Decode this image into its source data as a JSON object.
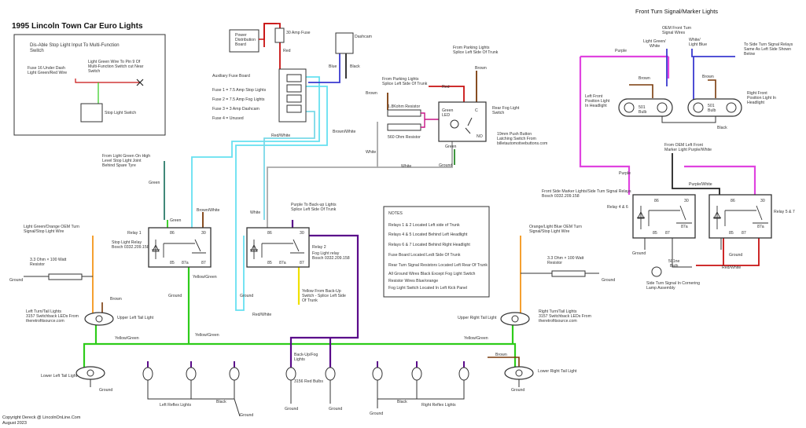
{
  "title": "1995 Lincoln Town Car Euro Lights",
  "front_header": "Front Turn Signal/Marker Lights",
  "copyright": [
    "Copyright Dereck @ LincolnOnLine.Com",
    "August 2023"
  ],
  "inset": {
    "title": [
      "Dis-Able Stop Light Input To Multi-Function",
      "Switch"
    ],
    "fuse_label": [
      "Fuse 16 Under Dash",
      "Light Green/Red Wire"
    ],
    "wire_note": [
      "Light Green Wire To Pin 9 Of",
      "Multi-Function Switch cut Near",
      "Switch"
    ],
    "switch_label": "Stop Light Switch"
  },
  "fuse_area": {
    "pdb": [
      "Power",
      "Distribution",
      "Board"
    ],
    "fuse30": "30 Amp Fuse",
    "red": "Red",
    "dashcam": "Dashcam",
    "blue": "Blue",
    "black": "Black",
    "aux_title": "Auxiliary Fuse Board",
    "fuses": [
      "Fuse 1 = 7.5 Amp Stop Lights",
      "Fuse 2 = 7.5 Amp Fog Lights",
      "Fuse 3 = 3 Amp Dashcam",
      "Fuse 4 = Unused"
    ],
    "red_white": "Red/White",
    "brown_white": "Brown/White"
  },
  "fog": {
    "parking_top": [
      "From Parking Lights",
      "Splice Left Side Of Trunk"
    ],
    "brown": "Brown",
    "parking_left": [
      "From Parking Lights",
      "Splice Left Side Of Trunk"
    ],
    "brown_left": "Brown",
    "red": "Red",
    "r1": "1.8Kohm Resistor",
    "r2": "560 Ohm Resistor",
    "white": "White",
    "green_led": [
      "Green",
      "LED"
    ],
    "c": "C",
    "no": "NO",
    "switch_label": [
      "Rear Fog Light",
      "Switch"
    ],
    "push_button": [
      "19mm Push Button",
      "Latching Switch From",
      "billetautomotivebuttons.com"
    ],
    "green": "Green",
    "ground": "Ground",
    "white2": "White"
  },
  "relay1": {
    "label": "Relay 1",
    "name": [
      "Stop Light Relay",
      "Bosch 0332.209.158"
    ],
    "pins": [
      "86",
      "30",
      "85",
      "87a",
      "87"
    ],
    "green_src": [
      "From Light Green On High",
      "Level Stop Light Joint",
      "Behind Spare Tyre"
    ],
    "green": "Green",
    "green2": "Green",
    "brown_white": "Brown/White",
    "yellow_green": "Yellow/Green",
    "ground": "Ground"
  },
  "relay2": {
    "label": "Relay 2",
    "name": [
      "Fog Light relay",
      "Bosch 0332.209.158"
    ],
    "pins": [
      "86",
      "30",
      "85",
      "87a",
      "87"
    ],
    "purple_src": [
      "Purple To Back-up Lights",
      "Splice Left Side Of Trunk"
    ],
    "white": "White",
    "ground": "Ground",
    "yellow_src": [
      "Yellow From Back-Up",
      "Switch - Splice Left Side",
      "Of Trunk"
    ],
    "red_white": "Red/White"
  },
  "notes": {
    "title": "NOTES",
    "items": [
      "Relays 1 & 2 Located Left side of Trunk",
      "Relays 4 & 5 Located Behind Left Headlight",
      "Relays 6 & 7 Located Behind Right Headlight",
      "Fuse Board Located Ledt Side Of Trunk",
      "Rear Turn Signal Resistors Located Left Rear Of Trunk",
      "All Ground Wires Black Except Fog Light Switch",
      "Resistor Wires Blue/orange",
      "Fog Light Switch Located In Left Kick Panel"
    ]
  },
  "rear_left": {
    "wire": [
      "Light Green/Orange OEM Turn",
      "Signal/Stop Light Wire"
    ],
    "resistor": [
      "3.3 Ohm × 100 Watt",
      "Resistor"
    ],
    "ground": "Ground",
    "brown": "Brown",
    "tail": [
      "Left Turn/Tail Lights",
      "3157 Switchback LEDs From",
      "theretrofitsource.com"
    ],
    "upper": "Upper Left Tail Light",
    "lower": "Lower Left Tail Light",
    "ground2": "Ground",
    "yg1": "Yellow/Green",
    "yg2": "Yellow/Green"
  },
  "rear_right": {
    "wire": [
      "Orange/Light Blue OEM Turn",
      "Signal/Stop Light Wire"
    ],
    "resistor": [
      "3.3 Ohm × 100 Watt",
      "Resistor"
    ],
    "ground": "Ground",
    "tail": [
      "Right Turn/Tail Lights",
      "3157 Switchback LEDs From",
      "theretrofitsource.com"
    ],
    "upper": "Upper Right Tail Light",
    "lower": "Lower Right Tail Light",
    "ground2": "Ground",
    "brown": "Brown",
    "yg": "Yellow/Green"
  },
  "bottom": {
    "backup": [
      "Back-Up/Fog",
      "Lights"
    ],
    "bulbs": "3156 Red Bulbs",
    "left_reflex": "Left Reflex Lights",
    "right_reflex": "Right Reflex Lights",
    "black": "Black",
    "black2": "Black",
    "ground": [
      "Ground",
      "Ground",
      "Ground",
      "Ground"
    ]
  },
  "front": {
    "oem_wires": [
      "OEM Front Turn",
      "Signal Wires"
    ],
    "lgw": [
      "Light Green/",
      "White"
    ],
    "wlb": [
      "White/",
      "Light Blue"
    ],
    "purple": "Purple",
    "side_relays": [
      "To Side Turn Signal Relays",
      "Same As Left Side Shown",
      "Below"
    ],
    "brown": "Brown",
    "brown2": "Brown",
    "left_pos": [
      "Left Front",
      "Position Light",
      "In Headlight"
    ],
    "right_pos": [
      "Right Front",
      "Position Light In",
      "Headlight"
    ],
    "bulb1": [
      "501",
      "Bulb"
    ],
    "bulb2": [
      "501",
      "Bulb"
    ],
    "black": "Black",
    "oem_marker": [
      "From OEM Left Front",
      "Marker Light Purple/White"
    ],
    "purple2": "Purple",
    "purple_white": "Purple/White",
    "side_marker": [
      "Front Side Marker Lights/Side Turn Signal Relays",
      "Bosch 0332.209.158"
    ],
    "relay45": "Relay 4 & 6",
    "relay57": "Relay 5 & 7",
    "pins_a": [
      "86",
      "30",
      "85",
      "87",
      "87a"
    ],
    "pins_b": [
      "86",
      "30",
      "85",
      "87",
      "87a"
    ],
    "ground": "Ground",
    "ground2": "Ground",
    "bulb3": [
      "501ne",
      "Bulb"
    ],
    "red_white": "Red/White",
    "side_turn": [
      "Side Turn Signal In Cornering",
      "Lamp Assembly"
    ]
  },
  "colors": {
    "green": "#2ecc1a",
    "cyan": "#66e0f0",
    "purple": "#5a0a8a",
    "magenta": "#e043e0",
    "orange": "#f5a030",
    "red": "#c81010",
    "brown": "#7a3a0a",
    "gray": "#a8a8a8",
    "blue": "#3a3ad0",
    "yellow": "#f0e000",
    "teal": "#2a7a6a"
  }
}
